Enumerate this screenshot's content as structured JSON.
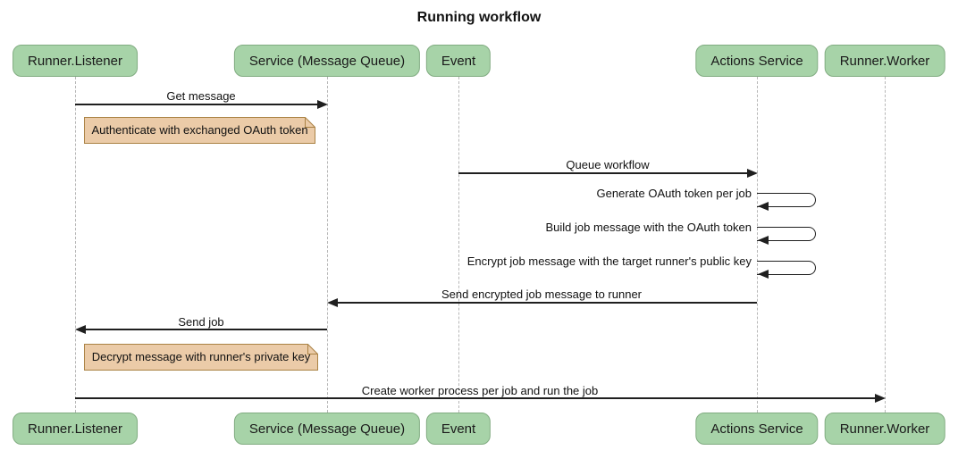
{
  "title": "Running workflow",
  "participants": [
    {
      "id": "runner-listener",
      "label": "Runner.Listener"
    },
    {
      "id": "service-message-queue",
      "label": "Service (Message Queue)"
    },
    {
      "id": "event",
      "label": "Event"
    },
    {
      "id": "actions-service",
      "label": "Actions Service"
    },
    {
      "id": "runner-worker",
      "label": "Runner.Worker"
    }
  ],
  "messages": [
    {
      "label": "Get message",
      "from": "Runner.Listener",
      "to": "Service (Message Queue)"
    },
    {
      "label": "Queue workflow",
      "from": "Event",
      "to": "Actions Service"
    },
    {
      "label": "Generate OAuth token per job",
      "from": "Actions Service",
      "to": "Actions Service"
    },
    {
      "label": "Build job message with the OAuth token",
      "from": "Actions Service",
      "to": "Actions Service"
    },
    {
      "label": "Encrypt job message with the target runner's public key",
      "from": "Actions Service",
      "to": "Actions Service"
    },
    {
      "label": "Send encrypted job message to runner",
      "from": "Actions Service",
      "to": "Service (Message Queue)"
    },
    {
      "label": "Send job",
      "from": "Service (Message Queue)",
      "to": "Runner.Listener"
    },
    {
      "label": "Create worker process per job and run the job",
      "from": "Runner.Listener",
      "to": "Runner.Worker"
    }
  ],
  "notes": [
    {
      "text": "Authenticate with exchanged OAuth token"
    },
    {
      "text": "Decrypt message with runner's private key"
    }
  ],
  "colors": {
    "actor_fill": "#a7d3a8",
    "actor_border": "#81ac81",
    "note_fill": "#ebcba8",
    "note_border": "#aa8244",
    "line": "#1f1f1f",
    "lifeline": "#b7b7b7",
    "text": "#111111"
  }
}
